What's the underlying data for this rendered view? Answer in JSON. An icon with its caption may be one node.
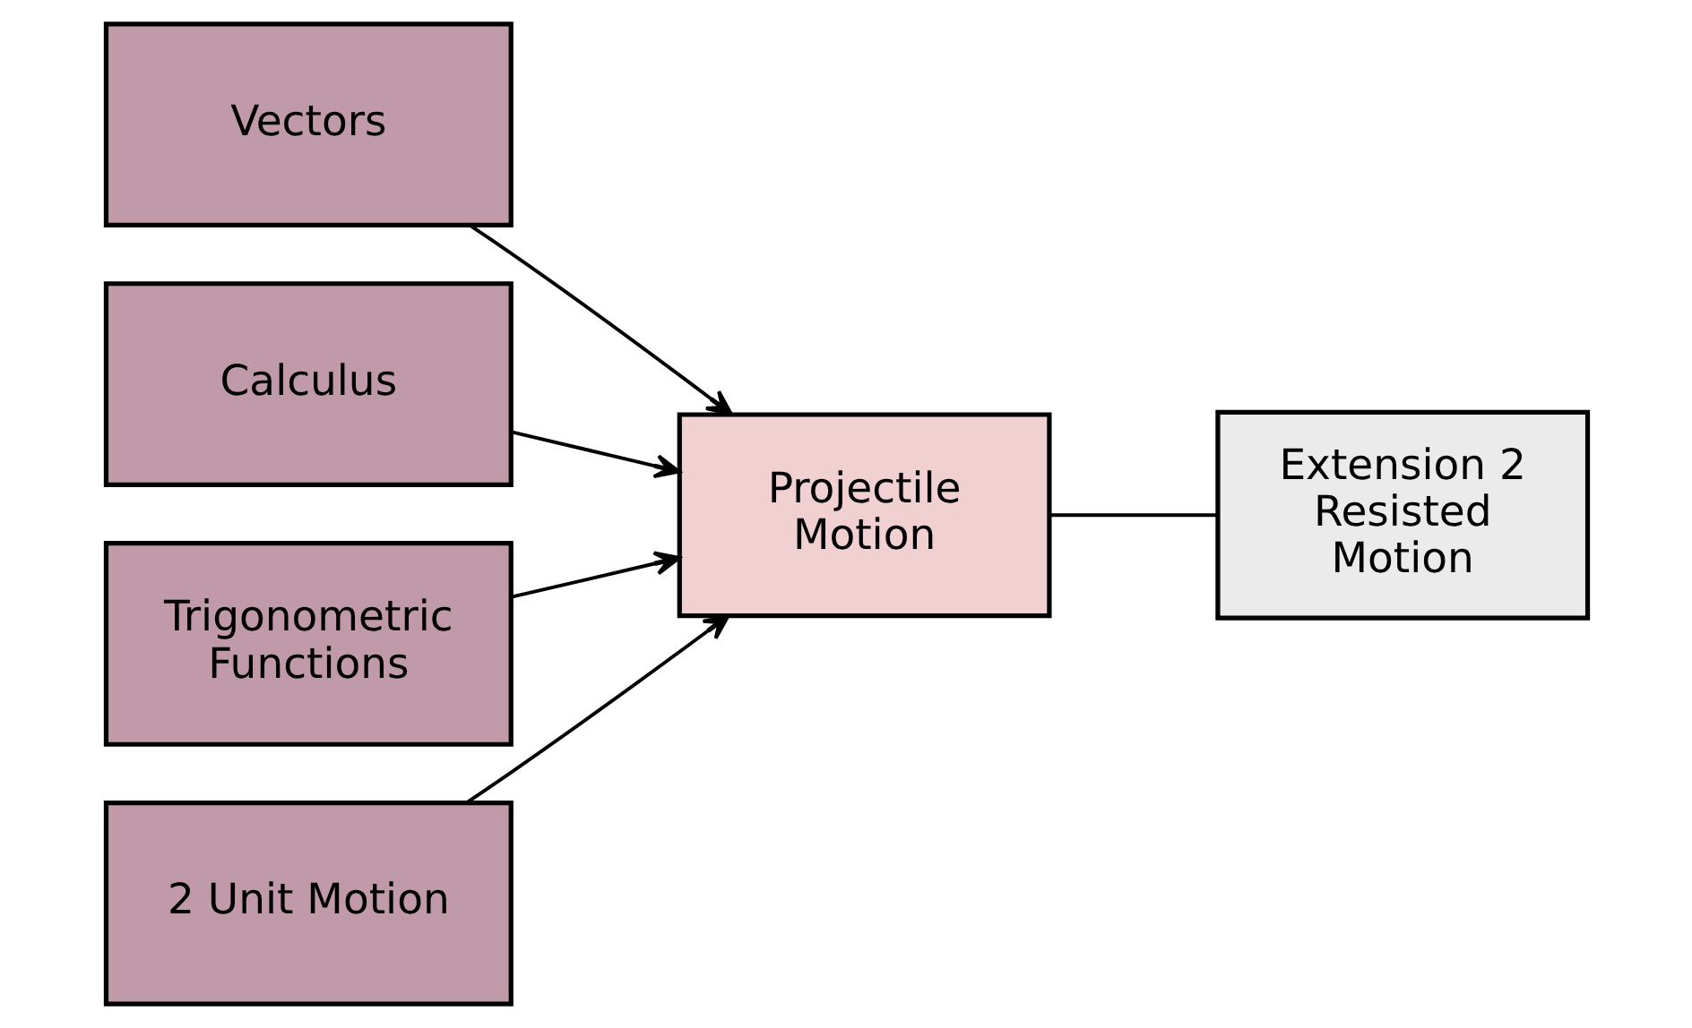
{
  "diagram": {
    "nodes": [
      {
        "text": [
          "Vectors"
        ]
      },
      {
        "text": [
          "Calculus"
        ]
      },
      {
        "text": [
          "Trigonometric Functions"
        ]
      },
      {
        "text": [
          "2 Unit Motion"
        ]
      },
      {
        "text": [
          "Projectile Motion"
        ]
      },
      {
        "text": [
          "Extension 2 Resisted Motion"
        ]
      }
    ],
    "edges": [
      {
        "from": 0,
        "to": 4,
        "arrow": "to"
      },
      {
        "from": 1,
        "to": 4,
        "arrow": "to"
      },
      {
        "from": 2,
        "to": 4,
        "arrow": "to"
      },
      {
        "from": 3,
        "to": 4,
        "arrow": "to"
      },
      {
        "from": 4,
        "to": 5,
        "arrow": "none"
      }
    ]
  }
}
